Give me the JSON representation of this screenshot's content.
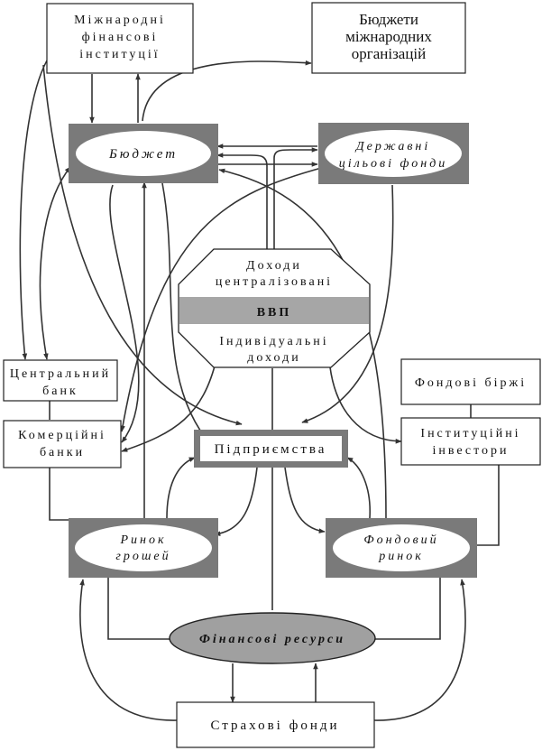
{
  "nodes": {
    "intl_fin_inst": {
      "lines": [
        "Міжнародні",
        "фінансові",
        "інституції"
      ]
    },
    "intl_org_budgets": {
      "lines": [
        "Бюджети",
        "міжнародних",
        "організацій"
      ]
    },
    "budget": {
      "label": "Бюджет"
    },
    "state_target_funds": {
      "lines": [
        "Державні",
        "цільові фонди"
      ]
    },
    "gdp": {
      "top_lines": [
        "Доходи",
        "централізовані"
      ],
      "band_label": "ВВП",
      "bottom_lines": [
        "Індивідуальні",
        "доходи"
      ]
    },
    "central_bank": {
      "lines": [
        "Центральний",
        "банк"
      ]
    },
    "commercial_banks": {
      "lines": [
        "Комерційні",
        "банки"
      ]
    },
    "stock_exchanges": {
      "label": "Фондові біржі"
    },
    "institutional_investors": {
      "lines": [
        "Інституційні",
        "інвестори"
      ]
    },
    "enterprises": {
      "label": "Підприємства"
    },
    "money_market": {
      "lines": [
        "Ринок",
        "грошей"
      ]
    },
    "stock_market": {
      "lines": [
        "Фондовий",
        "ринок"
      ]
    },
    "financial_resources": {
      "label": "Фінансові ресурси"
    },
    "insurance_funds": {
      "label": "Страхові фонди"
    }
  },
  "colors": {
    "frame_gray": "#7a7a7a",
    "band_gray": "#a6a6a6",
    "ellipse_gray": "#a0a0a0",
    "line": "#333333"
  }
}
